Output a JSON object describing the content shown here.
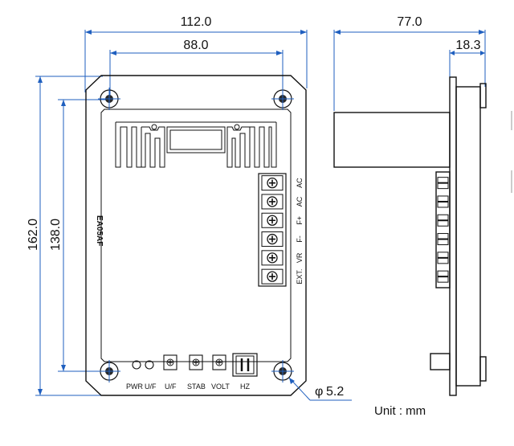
{
  "dimensions": {
    "overall_width": "112.0",
    "hole_spacing_width": "88.0",
    "overall_height": "162.0",
    "hole_spacing_height": "138.0",
    "depth": "77.0",
    "terminal_offset": "18.3",
    "hole_diameter": "5.2",
    "diameter_symbol": "φ"
  },
  "model": "EA05AF",
  "terminals": [
    "AC",
    "AC",
    "F+",
    "F-",
    "VR",
    "EXT."
  ],
  "bottom_labels": [
    "PWR",
    "U/F",
    "U/F",
    "STAB",
    "VOLT",
    "HZ"
  ],
  "unit_label": "Unit : mm"
}
